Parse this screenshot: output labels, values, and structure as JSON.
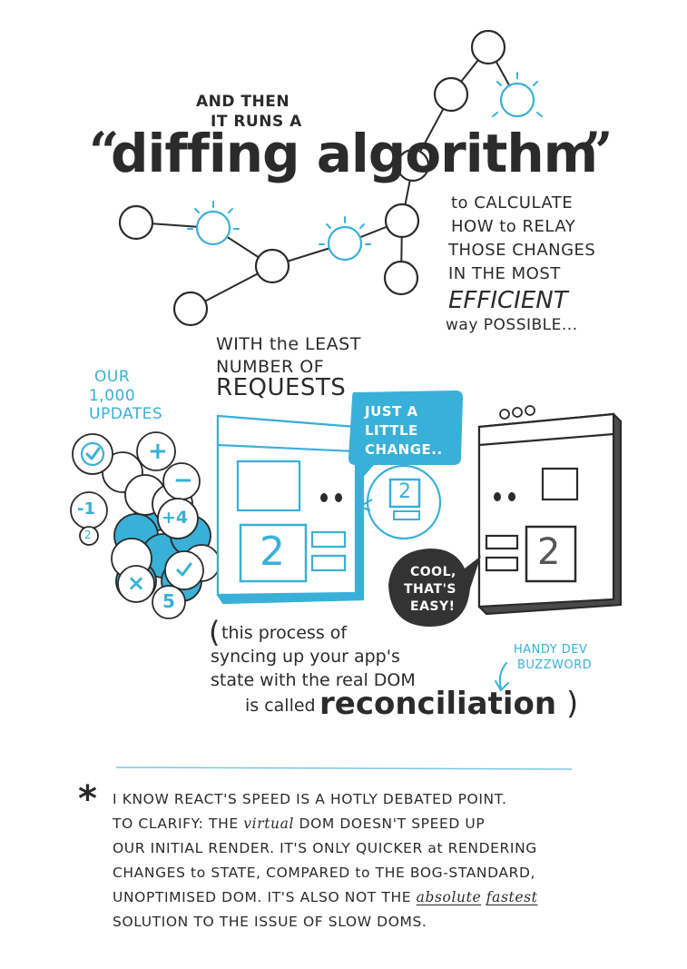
{
  "heading": {
    "line1": "AND THEN",
    "line2": "IT RUNS A",
    "open_quote": "“",
    "title": "diffing algorithm",
    "close_quote": "”"
  },
  "calc_text": [
    "to CALCULATE",
    "HOW to RELAY",
    "THOSE CHANGES",
    "IN THE MOST"
  ],
  "efficient": "EFFICIENT",
  "way_possible": "way POSSIBLE...",
  "least": {
    "line1": "WITH the LEAST",
    "line2": "NUMBER OF",
    "line3": "REQUESTS"
  },
  "updates_label": [
    "OUR",
    "1,000",
    "UPDATES"
  ],
  "update_bubbles": [
    "+",
    "−",
    "+4",
    "-1",
    "2",
    "5",
    "×"
  ],
  "speech_blue": [
    "JUST A",
    "LITTLE",
    "CHANGE.."
  ],
  "speech_dark": [
    "COOL,",
    "THAT'S",
    "EASY!"
  ],
  "card_number": "2",
  "reconcile": {
    "line1": "this process of",
    "line2": "syncing up your app's",
    "line3": "state with the real DOM",
    "line4_prefix": "is called",
    "big_word": "reconciliation",
    "open_paren": "(",
    "close_paren": ")"
  },
  "buzzword": [
    "HANDY DEV",
    "BUZZWORD"
  ],
  "footnote": {
    "asterisk": "*",
    "lines": [
      {
        "parts": [
          "I KNOW REACT'S SPEED IS A HOTLY DEBATED POINT."
        ]
      },
      {
        "before": "TO CLARIFY: THE ",
        "italic": "virtual",
        "after": " DOM DOESN'T SPEED UP"
      },
      {
        "parts": [
          "OUR INITIAL RENDER. IT'S ONLY QUICKER at RENDERING"
        ]
      },
      {
        "parts": [
          "CHANGES to STATE, COMPARED to THE BOG-STANDARD,"
        ]
      },
      {
        "before": "UNOPTIMISED DOM. IT'S ALSO NOT THE ",
        "u1": "absolute",
        "mid": " ",
        "u2": "fastest"
      },
      {
        "parts": [
          "SOLUTION TO THE ISSUE OF SLOW DOMS."
        ]
      }
    ]
  },
  "colors": {
    "accent": "#39b0d8",
    "ink": "#2b2b2b",
    "dark_bubble": "#333333"
  }
}
